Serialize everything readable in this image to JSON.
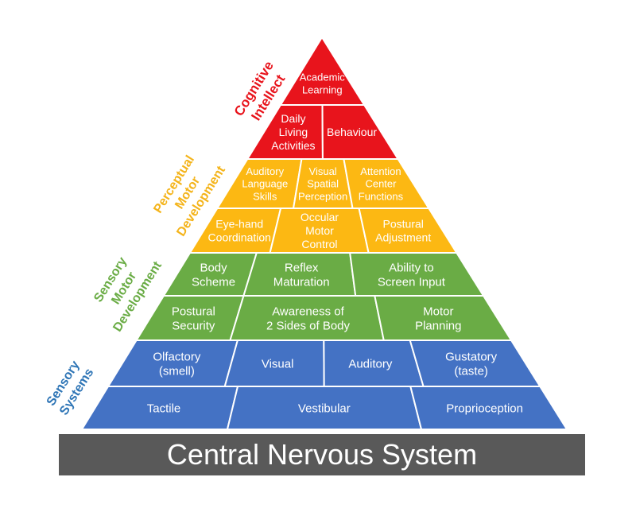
{
  "base": {
    "label": "Central Nervous System",
    "color": "#595959"
  },
  "levels": [
    {
      "name": "Cognitive Intellect",
      "label_lines": [
        "Cognitive",
        "Intellect"
      ],
      "color": "#e8141c",
      "label_color": "#e8141c",
      "rows": [
        [
          {
            "lines": [
              "Academic",
              "Learning"
            ]
          }
        ],
        [
          {
            "lines": [
              "Daily",
              "Living",
              "Activities"
            ]
          },
          {
            "lines": [
              "Behaviour"
            ]
          }
        ]
      ]
    },
    {
      "name": "Perceptual Motor Development",
      "label_lines": [
        "Perceptual",
        "Motor",
        "Development"
      ],
      "color": "#fcb813",
      "label_color": "#f4b41b",
      "rows": [
        [
          {
            "lines": [
              "Auditory",
              "Language",
              "Skills"
            ]
          },
          {
            "lines": [
              "Visual",
              "Spatial",
              "Perception"
            ]
          },
          {
            "lines": [
              "Attention",
              "Center",
              "Functions"
            ]
          }
        ],
        [
          {
            "lines": [
              "Eye-hand",
              "Coordination"
            ]
          },
          {
            "lines": [
              "Occular",
              "Motor",
              "Control"
            ]
          },
          {
            "lines": [
              "Postural",
              "Adjustment"
            ]
          }
        ]
      ]
    },
    {
      "name": "Sensory Motor Development",
      "label_lines": [
        "Sensory",
        "Motor",
        "Development"
      ],
      "color": "#6aac45",
      "label_color": "#6aac45",
      "rows": [
        [
          {
            "lines": [
              "Body",
              "Scheme"
            ]
          },
          {
            "lines": [
              "Reflex",
              "Maturation"
            ]
          },
          {
            "lines": [
              "Ability to",
              "Screen Input"
            ]
          }
        ],
        [
          {
            "lines": [
              "Postural",
              "Security"
            ]
          },
          {
            "lines": [
              "Awareness of",
              "2 Sides of Body"
            ]
          },
          {
            "lines": [
              "Motor",
              "Planning"
            ]
          }
        ]
      ]
    },
    {
      "name": "Sensory Systems",
      "label_lines": [
        "Sensory",
        "Systems"
      ],
      "color": "#4472c4",
      "label_color": "#2e75b6",
      "rows": [
        [
          {
            "lines": [
              "Olfactory",
              "(smell)"
            ]
          },
          {
            "lines": [
              "Visual"
            ]
          },
          {
            "lines": [
              "Auditory"
            ]
          },
          {
            "lines": [
              "Gustatory",
              "(taste)"
            ]
          }
        ],
        [
          {
            "lines": [
              "Tactile"
            ]
          },
          {
            "lines": [
              "Vestibular"
            ]
          },
          {
            "lines": [
              "Proprioception"
            ]
          }
        ]
      ]
    }
  ]
}
